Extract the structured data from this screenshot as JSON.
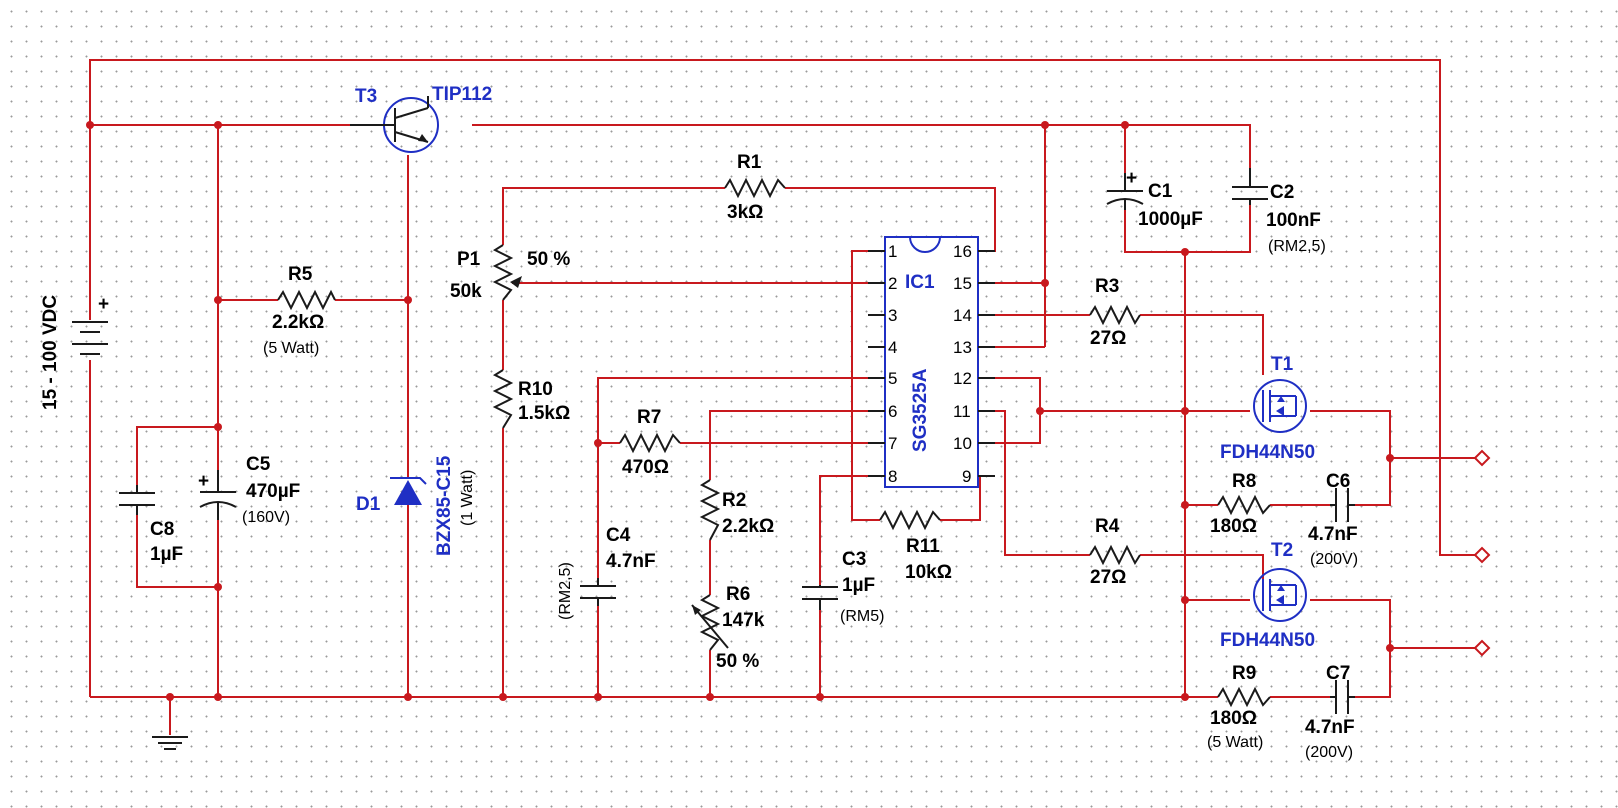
{
  "supply": {
    "label": "15 - 100 VDC",
    "plus": "+"
  },
  "T3": {
    "ref": "T3",
    "part": "TIP112"
  },
  "R1": {
    "ref": "R1",
    "value": "3kΩ"
  },
  "P1": {
    "ref": "P1",
    "value": "50k",
    "setting": "50 %"
  },
  "R5": {
    "ref": "R5",
    "value": "2.2kΩ",
    "note": "(5 Watt)"
  },
  "R10": {
    "ref": "R10",
    "value": "1.5kΩ"
  },
  "R7": {
    "ref": "R7",
    "value": "470Ω"
  },
  "R2": {
    "ref": "R2",
    "value": "2.2kΩ"
  },
  "R6": {
    "ref": "R6",
    "value": "147k",
    "setting": "50 %"
  },
  "R11": {
    "ref": "R11",
    "value": "10kΩ"
  },
  "R3": {
    "ref": "R3",
    "value": "27Ω"
  },
  "R4": {
    "ref": "R4",
    "value": "27Ω"
  },
  "R8": {
    "ref": "R8",
    "value": "180Ω"
  },
  "R9": {
    "ref": "R9",
    "value": "180Ω",
    "note": "(5 Watt)"
  },
  "C1": {
    "ref": "C1",
    "value": "1000µF",
    "plus": "+"
  },
  "C2": {
    "ref": "C2",
    "value": "100nF",
    "note": "(RM2,5)"
  },
  "C3": {
    "ref": "C3",
    "value": "1µF",
    "note": "(RM5)"
  },
  "C4": {
    "ref": "C4",
    "value": "4.7nF",
    "note": "(RM2,5)"
  },
  "C5": {
    "ref": "C5",
    "value": "470µF",
    "note": "(160V)",
    "plus": "+"
  },
  "C6": {
    "ref": "C6",
    "value": "4.7nF",
    "note": "(200V)"
  },
  "C7": {
    "ref": "C7",
    "value": "4.7nF",
    "note": "(200V)"
  },
  "C8": {
    "ref": "C8",
    "value": "1µF"
  },
  "D1": {
    "ref": "D1",
    "part": "BZX85-C15",
    "note": "(1 Watt)"
  },
  "IC1": {
    "ref": "IC1",
    "part": "SG3525A",
    "pins_left": [
      "1",
      "2",
      "3",
      "4",
      "5",
      "6",
      "7",
      "8"
    ],
    "pins_right": [
      "16",
      "15",
      "14",
      "13",
      "12",
      "11",
      "10",
      "9"
    ]
  },
  "T1": {
    "ref": "T1",
    "part": "FDH44N50"
  },
  "T2": {
    "ref": "T2",
    "part": "FDH44N50"
  },
  "colors": {
    "wire": "#c8191e",
    "component": "#1a1a1a",
    "part_label": "#1f2fc4"
  }
}
